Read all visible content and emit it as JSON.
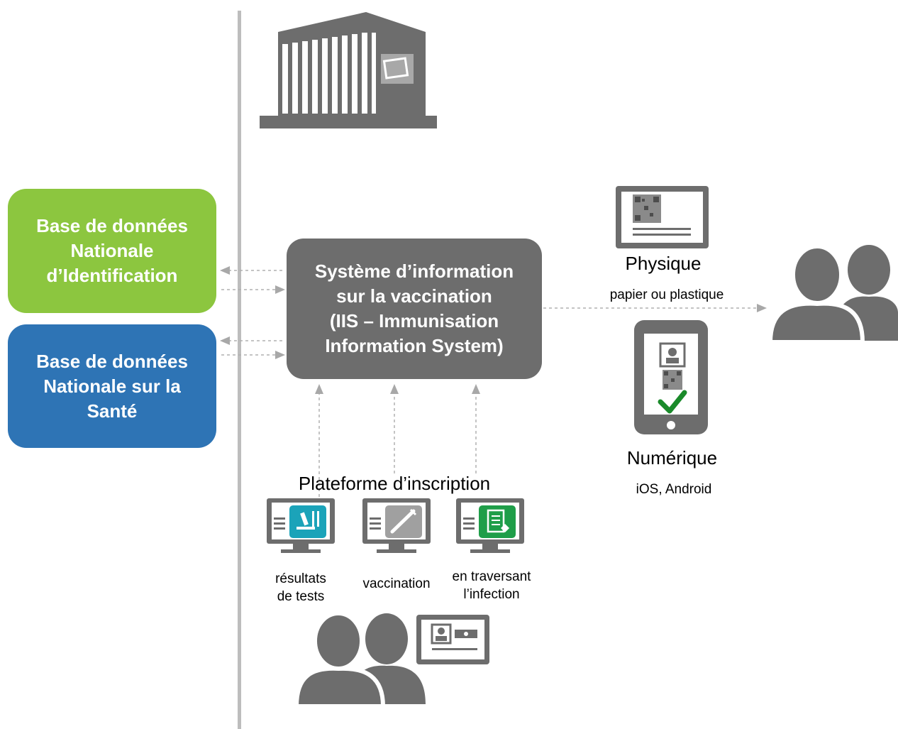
{
  "colors": {
    "identity_db": "#8cc63f",
    "health_db": "#2e74b5",
    "iis": "#6d6d6d",
    "icon_gray": "#6d6d6d",
    "accent_teal": "#1ba3b9",
    "accent_green": "#1f9e49",
    "check_green": "#1a8a2a"
  },
  "left_boxes": {
    "identity": {
      "lines": [
        "Base de données",
        "Nationale",
        "d’Identification"
      ]
    },
    "health": {
      "lines": [
        "Base de données",
        "Nationale sur la",
        "Santé"
      ]
    }
  },
  "iis": {
    "lines": [
      "Système d’information",
      "sur la vaccination",
      "(IIS – Immunisation",
      "Information System)"
    ]
  },
  "physical": {
    "title": "Physique",
    "subtitle": "papier ou plastique"
  },
  "digital": {
    "title": "Numérique",
    "subtitle": "iOS, Android"
  },
  "platform": {
    "title": "Plateforme d’inscription",
    "items": [
      {
        "lines": [
          "résultats",
          "de tests"
        ],
        "icon": "microscope-icon"
      },
      {
        "lines": [
          "vaccination"
        ],
        "icon": "syringe-icon"
      },
      {
        "lines": [
          "en traversant",
          "l’infection"
        ],
        "icon": "medical-record-icon"
      }
    ]
  },
  "icons": {
    "building": "building-icon",
    "users_right": "users-icon",
    "users_bottom": "users-icon",
    "id_card": "id-card-icon",
    "qr_card": "qr-card-icon",
    "phone": "smartphone-icon"
  }
}
